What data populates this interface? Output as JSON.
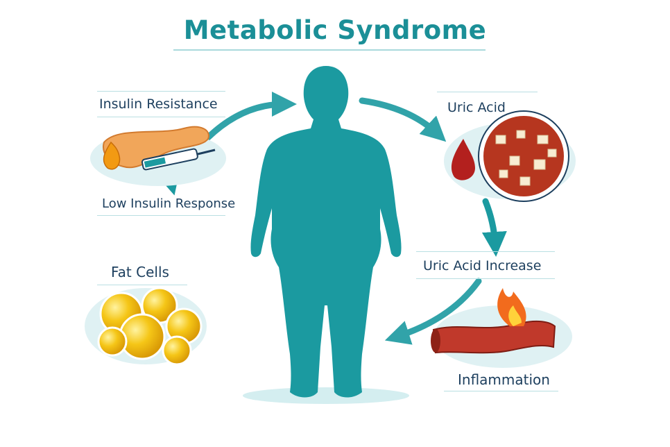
{
  "title": "Metabolic Syndrome",
  "left": {
    "insulin_resistance": "Insulin Resistance",
    "low_insulin_response": "Low Insulin Response",
    "fat_cells": "Fat Cells"
  },
  "right": {
    "uric_acid": "Uric Acid",
    "uric_acid_increase": "Uric Acid Increase",
    "inflammation": "Inflammation"
  },
  "colors": {
    "teal": "#1b9aa0",
    "title": "#1b8f97",
    "label": "#1d3f5e",
    "fat": "#f2c014",
    "blood": "#b3201e"
  }
}
